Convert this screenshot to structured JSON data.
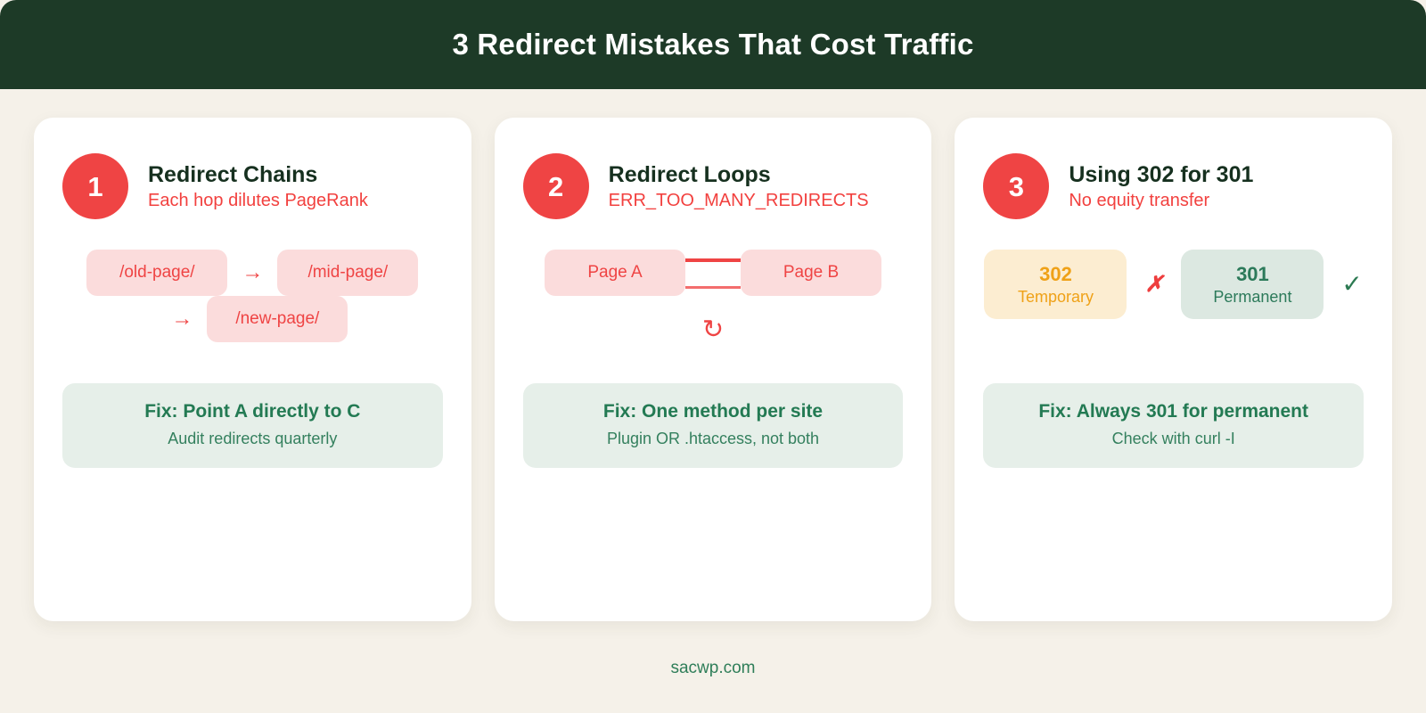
{
  "header": {
    "title": "3 Redirect Mistakes That Cost Traffic",
    "bg_color": "#1D3A27",
    "text_color": "#FFFFFF"
  },
  "theme": {
    "page_bg": "#F5F1E9",
    "card_bg": "#FFFFFF",
    "accent_red": "#EF4444",
    "accent_green": "#237A53",
    "accent_amber": "#EFA117"
  },
  "cards": [
    {
      "number": "1",
      "title": "Redirect Chains",
      "subtitle": "Each hop dilutes PageRank",
      "visual_type": "chain",
      "chain": {
        "nodes": [
          "/old-page/",
          "/mid-page/",
          "/new-page/"
        ],
        "arrow_glyph": "→"
      },
      "fix": {
        "title": "Fix: Point A directly to C",
        "note": "Audit redirects quarterly"
      }
    },
    {
      "number": "2",
      "title": "Redirect Loops",
      "subtitle": "ERR_TOO_MANY_REDIRECTS",
      "visual_type": "loop",
      "loop": {
        "node_a": "Page A",
        "node_b": "Page B",
        "loop_glyph": "↻"
      },
      "fix": {
        "title": "Fix: One method per site",
        "note": "Plugin OR .htaccess, not both"
      }
    },
    {
      "number": "3",
      "title": "Using 302 for 301",
      "subtitle": "No equity transfer",
      "visual_type": "compare",
      "compare": {
        "bad": {
          "code": "302",
          "kind": "Temporary",
          "mark": "✗"
        },
        "good": {
          "code": "301",
          "kind": "Permanent",
          "mark": "✓"
        }
      },
      "fix": {
        "title": "Fix: Always 301 for permanent",
        "note": "Check with curl -I"
      }
    }
  ],
  "footer": {
    "site": "sacwp.com"
  }
}
